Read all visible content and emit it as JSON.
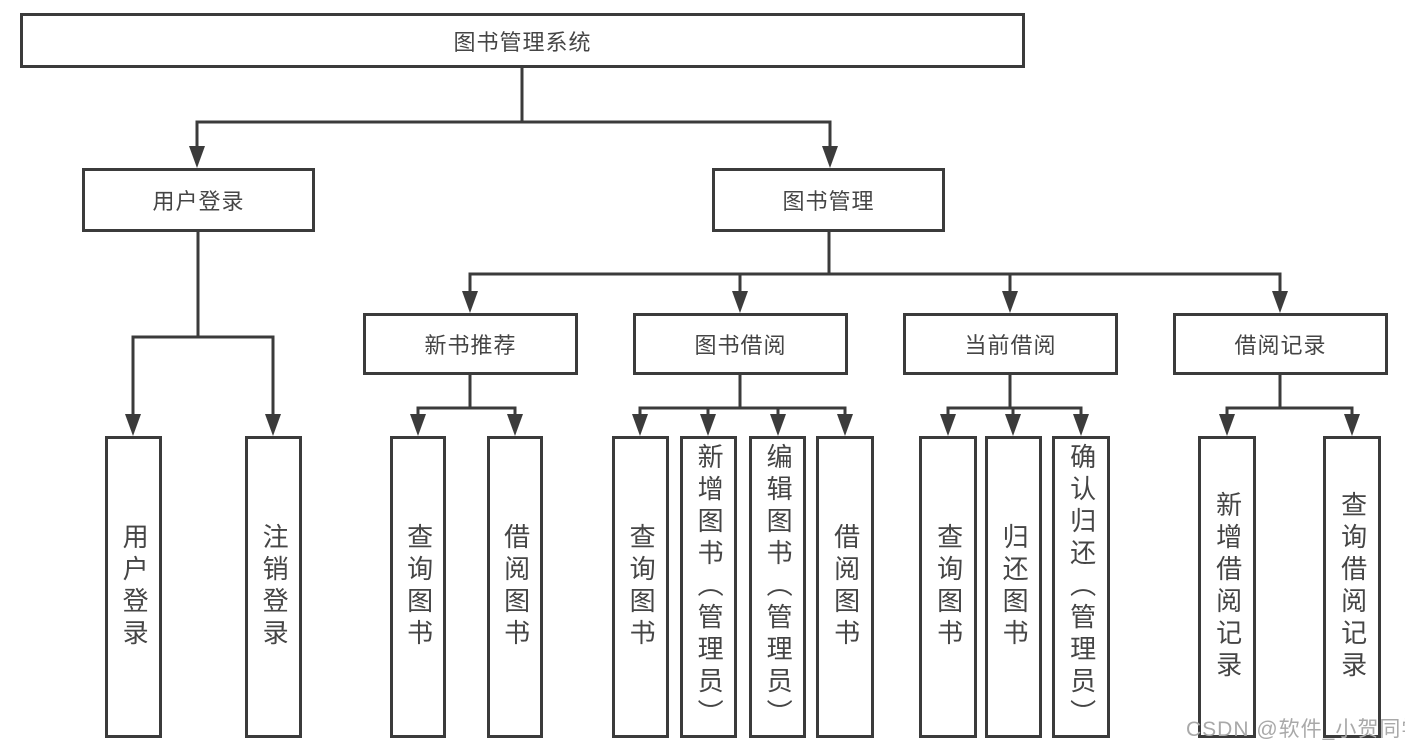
{
  "diagram": {
    "root_label": "图书管理系统",
    "branches": [
      {
        "label": "用户登录",
        "children": [
          {
            "label": "用户登录"
          },
          {
            "label": "注销登录"
          }
        ]
      },
      {
        "label": "图书管理",
        "children": [
          {
            "label": "新书推荐",
            "children": [
              {
                "label": "查询图书"
              },
              {
                "label": "借阅图书"
              }
            ]
          },
          {
            "label": "图书借阅",
            "children": [
              {
                "label": "查询图书"
              },
              {
                "label": "新增图书（管理员）"
              },
              {
                "label": "编辑图书（管理员）"
              },
              {
                "label": "借阅图书"
              }
            ]
          },
          {
            "label": "当前借阅",
            "children": [
              {
                "label": "查询图书"
              },
              {
                "label": "归还图书"
              },
              {
                "label": "确认归还（管理员）"
              }
            ]
          },
          {
            "label": "借阅记录",
            "children": [
              {
                "label": "新增借阅记录"
              },
              {
                "label": "查询借阅记录"
              }
            ]
          }
        ]
      }
    ],
    "watermark": "CSDN @软件_小贺同学",
    "colors": {
      "line": "#3b3b3b",
      "text": "#454545",
      "watermark": "#a9a9a9",
      "background": "#ffffff"
    }
  }
}
